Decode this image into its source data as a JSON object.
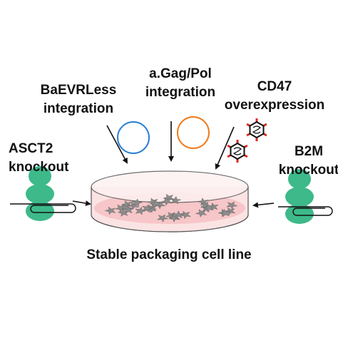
{
  "labels": {
    "baevrless": [
      "BaEVRLess",
      "integration"
    ],
    "gag_pol": [
      "a.Gag/Pol",
      "integration"
    ],
    "cd47": [
      "CD47",
      "overexpression"
    ],
    "asct2": [
      "ASCT2",
      "knockout"
    ],
    "b2m": [
      "B2M",
      "knockout"
    ],
    "caption": "Stable packaging cell line"
  },
  "colors": {
    "plasmid_baevrless": "#2a7fd4",
    "plasmid_gag_pol": "#f07a1a",
    "receptor": "#3db98a",
    "dish_medium": "#f6c2c4",
    "virion_spike": "#e0281e",
    "cells": "#8c8c8c"
  },
  "icons": {
    "receptor": "transmembrane-receptor-icon",
    "plasmid": "plasmid-ring-icon",
    "virion": "virus-particle-icon",
    "dish": "petri-dish-icon"
  }
}
